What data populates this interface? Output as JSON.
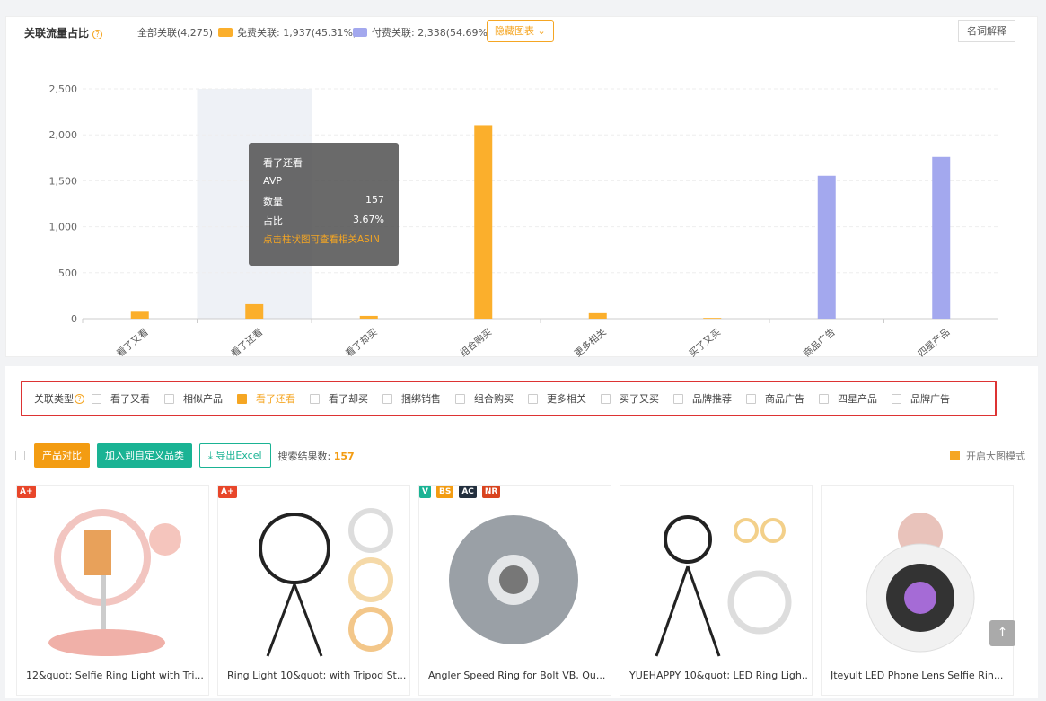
{
  "panel": {
    "title": "关联流量占比",
    "help_icon": "?",
    "all": "全部关联(4,275)",
    "free": "免费关联: 1,937(45.31%)",
    "paid": "付费关联: 2,338(54.69%)",
    "hide_chart": "隐藏图表",
    "glossary": "名词解释"
  },
  "colors": {
    "free": "#fbaf2c",
    "paid": "#a3a8ee",
    "accent": "#f5a623",
    "teal": "#1ab394"
  },
  "chart_data": {
    "type": "bar",
    "categories": [
      "看了又看",
      "看了还看",
      "看了却买",
      "组合购买",
      "更多相关",
      "买了又买",
      "商品广告",
      "四星产品"
    ],
    "series": [
      {
        "name": "免费关联",
        "values": [
          75,
          157,
          30,
          2105,
          60,
          8,
          null,
          null
        ]
      },
      {
        "name": "付费关联",
        "values": [
          null,
          null,
          null,
          null,
          null,
          null,
          1555,
          1760
        ]
      }
    ],
    "yticks": [
      "0",
      "500",
      "1,000",
      "1,500",
      "2,000",
      "2,500"
    ],
    "ylim": [
      0,
      2500
    ],
    "grid": true,
    "highlight": "看了还看"
  },
  "tooltip": {
    "title": "看了还看",
    "sub": "AVP",
    "count_label": "数量",
    "count": "157",
    "ratio_label": "占比",
    "ratio": "3.67%",
    "link": "点击柱状图可查看相关ASIN"
  },
  "filter": {
    "label": "关联类型",
    "options": [
      {
        "label": "看了又看",
        "checked": false
      },
      {
        "label": "相似产品",
        "checked": false
      },
      {
        "label": "看了还看",
        "checked": true
      },
      {
        "label": "看了却买",
        "checked": false
      },
      {
        "label": "捆绑销售",
        "checked": false
      },
      {
        "label": "组合购买",
        "checked": false
      },
      {
        "label": "更多相关",
        "checked": false
      },
      {
        "label": "买了又买",
        "checked": false
      },
      {
        "label": "品牌推荐",
        "checked": false
      },
      {
        "label": "商品广告",
        "checked": false
      },
      {
        "label": "四星产品",
        "checked": false
      },
      {
        "label": "品牌广告",
        "checked": false
      }
    ]
  },
  "toolbar": {
    "compare": "产品对比",
    "add_category": "加入到自定义品类",
    "export": "导出Excel",
    "result_label": "搜索结果数:",
    "result_count": "157",
    "bigimg": "开启大图模式"
  },
  "products": [
    {
      "badges": [
        {
          "t": "A+",
          "c": "#e8462a"
        }
      ],
      "title": "12&quot; Selfie Ring Light with Tri..."
    },
    {
      "badges": [
        {
          "t": "A+",
          "c": "#e8462a"
        }
      ],
      "title": "Ring Light 10&quot; with Tripod St..."
    },
    {
      "badges": [
        {
          "t": "V",
          "c": "#1ab394"
        },
        {
          "t": "BS",
          "c": "#f39c12"
        },
        {
          "t": "AC",
          "c": "#232f3e"
        },
        {
          "t": "NR",
          "c": "#d9431e"
        }
      ],
      "title": "Angler Speed Ring for Bolt VB, Qu..."
    },
    {
      "badges": [],
      "title": "YUEHAPPY 10&quot; LED Ring Ligh..."
    },
    {
      "badges": [],
      "title": "Jteyult LED Phone Lens Selfie Rin..."
    }
  ],
  "back_to_top": "↑"
}
